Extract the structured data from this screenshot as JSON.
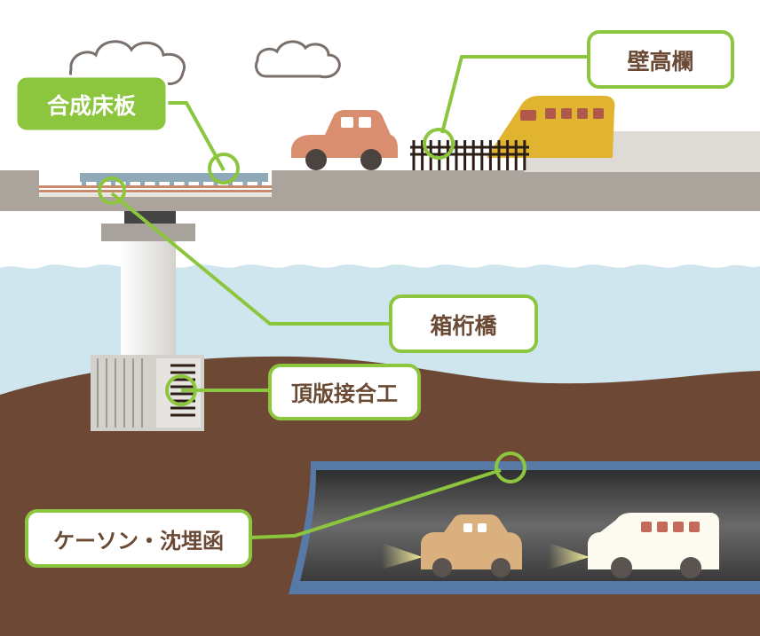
{
  "labels": {
    "composite_deck": "合成床板",
    "wall_railing": "壁高欄",
    "box_girder": "箱桁橋",
    "top_slab_joint": "頂版接合工",
    "caisson": "ケーソン・沈埋函"
  },
  "colors": {
    "label_green": "#8cc63f",
    "label_fill_green": "#8cc63f",
    "label_text_dark": "#6b4a35",
    "water": "#cde6ee",
    "ground": "#6e4a36",
    "tunnel_blue": "#5a7fa8",
    "tunnel_inner": "#4a4a4a",
    "deck_gray": "#a9a39c"
  }
}
